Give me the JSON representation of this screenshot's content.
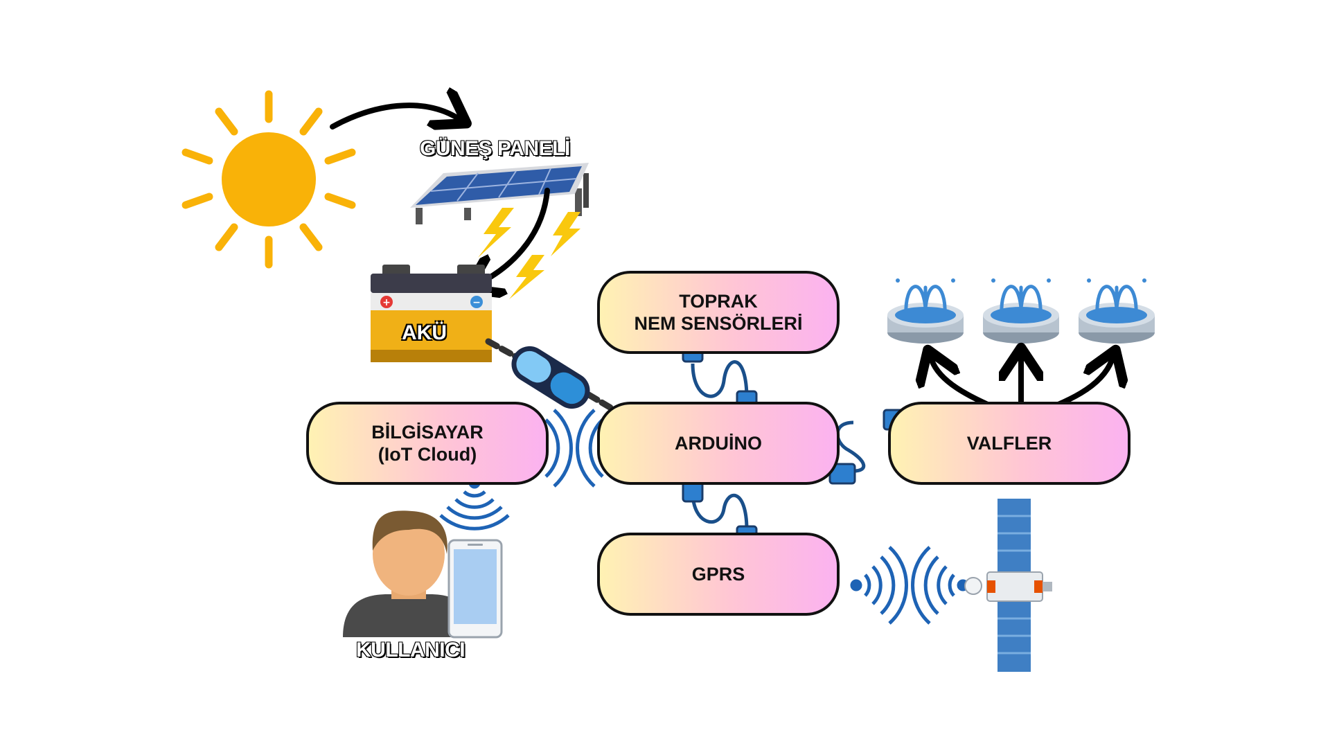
{
  "labels": {
    "solar_panel": "GÜNEŞ PANELİ",
    "battery": "AKÜ",
    "user": "KULLANICI"
  },
  "boxes": {
    "soil_sensors": "TOPRAK\nNEM SENSÖRLERİ",
    "computer": "BİLGİSAYAR\n(IoT Cloud)",
    "arduino": "ARDUİNO",
    "valves": "VALFLER",
    "gprs": "GPRS"
  },
  "icons": [
    "sun-icon",
    "solar-panel-icon",
    "battery-icon",
    "usb-cable-icon",
    "fountain-icon",
    "wifi-signal-icon",
    "satellite-icon",
    "user-avatar-icon",
    "smartphone-icon",
    "lightning-icon",
    "arrow-icon"
  ],
  "colors": {
    "sun": "#F9B208",
    "panel_blue": "#2F5CA8",
    "signal_blue": "#1E63B5",
    "box_gradient_start": "#FFF2B3",
    "box_gradient_end": "#FBB2F0",
    "outline": "#111111"
  }
}
